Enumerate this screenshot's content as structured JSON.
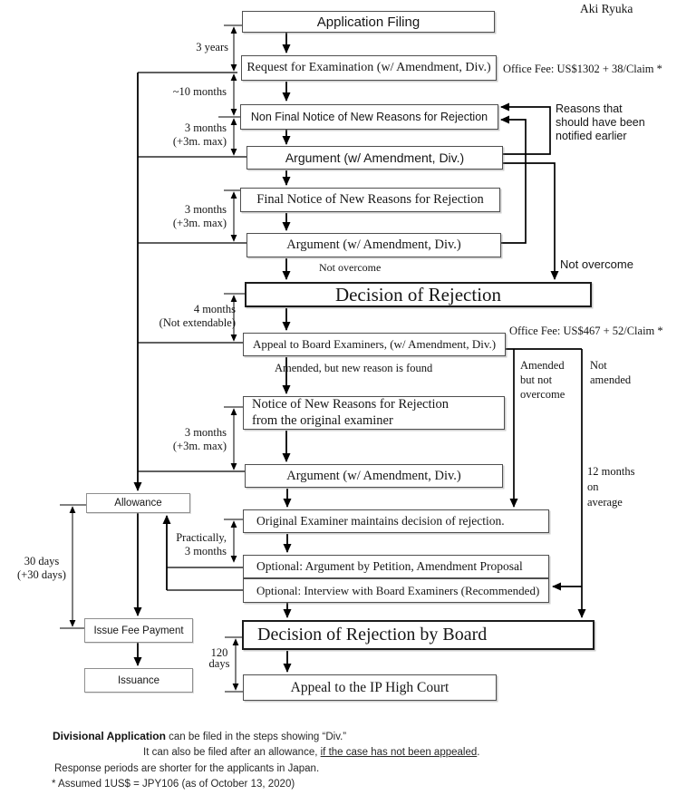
{
  "author": "Aki Ryuka",
  "nodes": {
    "app_filing": "Application Filing",
    "request_exam": "Request for Examination (w/ Amendment, Div.)",
    "nonfinal_notice": "Non Final Notice of New Reasons for Rejection",
    "argument1": "Argument (w/ Amendment, Div.)",
    "final_notice": "Final Notice of New Reasons for Rejection",
    "argument2": "Argument (w/ Amendment, Div.)",
    "decision_rejection": "Decision of Rejection",
    "appeal_board": "Appeal to Board Examiners, (w/ Amendment, Div.)",
    "notice_new_reasons": "Notice of New Reasons for Rejection\nfrom the original examiner",
    "argument3": "Argument (w/ Amendment, Div.)",
    "orig_examiner": "Original Examiner maintains decision of rejection.",
    "optional_petition": "Optional: Argument by Petition, Amendment Proposal",
    "optional_interview": "Optional: Interview with Board Examiners (Recommended)",
    "decision_board": "Decision of Rejection by Board",
    "appeal_court": "Appeal to the IP High Court",
    "allowance": "Allowance",
    "issue_fee": "Issue Fee Payment",
    "issuance": "Issuance"
  },
  "durations": {
    "three_years": "3 years",
    "ten_months": "~10 months",
    "m3": "3 months\n(+3m. max)",
    "m4": "4 months\n(Not extendable)",
    "practically": "Practically,\n3 months",
    "d30": "30 days\n(+30 days)",
    "d120": "120\ndays"
  },
  "edge_labels": {
    "not_overcome_inline": "Not overcome",
    "not_overcome_right": "Not overcome",
    "reasons_notified": "Reasons that\nshould have been\nnotified earlier",
    "amended_new_reason": "Amended, but new reason is found",
    "amended_not_overcome": "Amended\nbut not\novercome",
    "not_amended": "Not\namended",
    "twelve_months": "12 months\non\naverage"
  },
  "fees": {
    "examination": "Office Fee: US$1302 + 38/Claim *",
    "appeal": "Office Fee: US$467 + 52/Claim *"
  },
  "footnotes": {
    "f1_bold": "Divisional Application",
    "f1_rest": " can be filed in the steps showing “Div.”",
    "f2_pre": "It can also be filed after an allowance, ",
    "f2_underlined": "if the case has not been appealed",
    "f2_post": ".",
    "f3": "Response periods are shorter for the applicants in Japan.",
    "f4": "* Assumed 1US$ = JPY106 (as of October 13, 2020)"
  }
}
